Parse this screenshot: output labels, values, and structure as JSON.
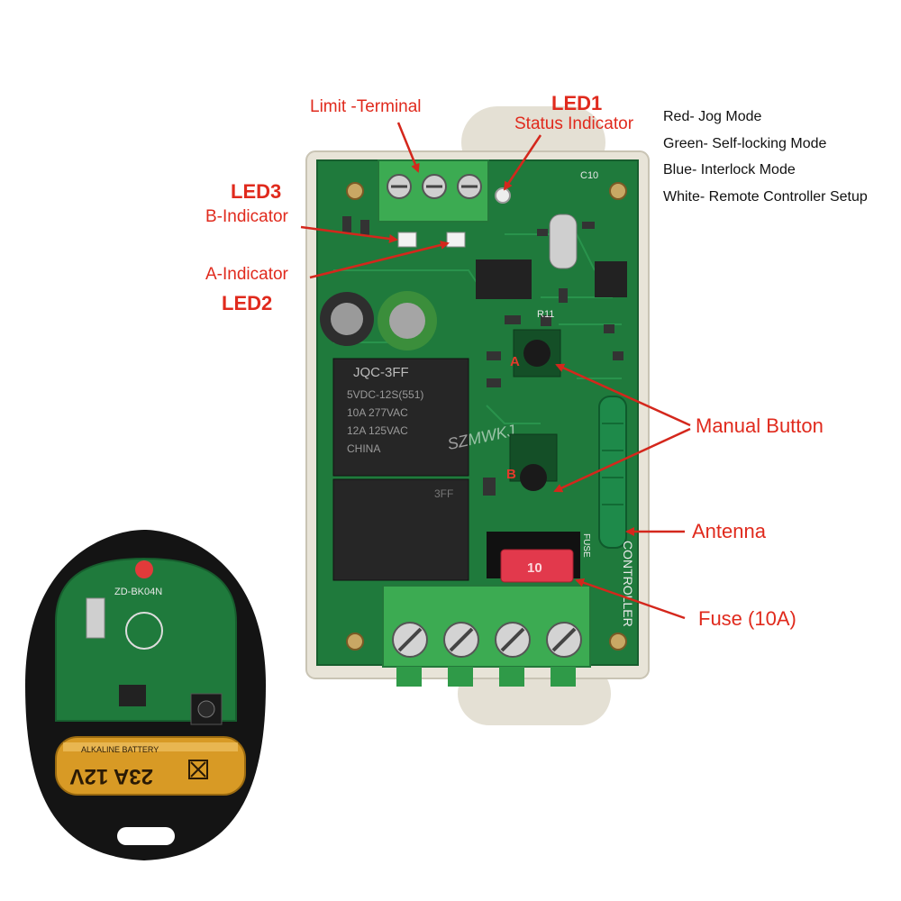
{
  "labels": {
    "limit_terminal": "Limit -Terminal",
    "led1": "LED1",
    "status_indicator": "Status Indicator",
    "led3": "LED3",
    "b_indicator": "B-Indicator",
    "a_indicator": "A-Indicator",
    "led2": "LED2",
    "manual_button": "Manual Button",
    "antenna": "Antenna",
    "fuse": "Fuse (10A)"
  },
  "modes": [
    "Red- Jog Mode",
    "Green- Self-locking Mode",
    "Blue- Interlock Mode",
    "White- Remote Controller Setup"
  ],
  "board_markings": {
    "relay_brand": "JQC-3FF",
    "relay_line1": "5VDC-12S(551)",
    "relay_line2": "10A 277VAC",
    "relay_line3": "12A 125VAC",
    "relay_line4": "CHINA",
    "relay2_brand": "3FF",
    "watermark": "SZMWKJ",
    "button_a": "A",
    "button_b": "B",
    "fuse_value": "10",
    "fuse_mark": "FUSE",
    "controller": "CONTROLLER",
    "c10": "C10",
    "r11": "R11"
  },
  "remote_markings": {
    "pcb_model": "ZD-BK04N",
    "battery_type": "23A 12V",
    "battery_brand": "ALKALINE BATTERY"
  },
  "colors": {
    "label_red": "#e02a1d",
    "pcb_green": "#1f7a3c",
    "terminal_green": "#3cab52",
    "enclosure": "#e6e2d6",
    "battery_gold": "#d89a25"
  }
}
